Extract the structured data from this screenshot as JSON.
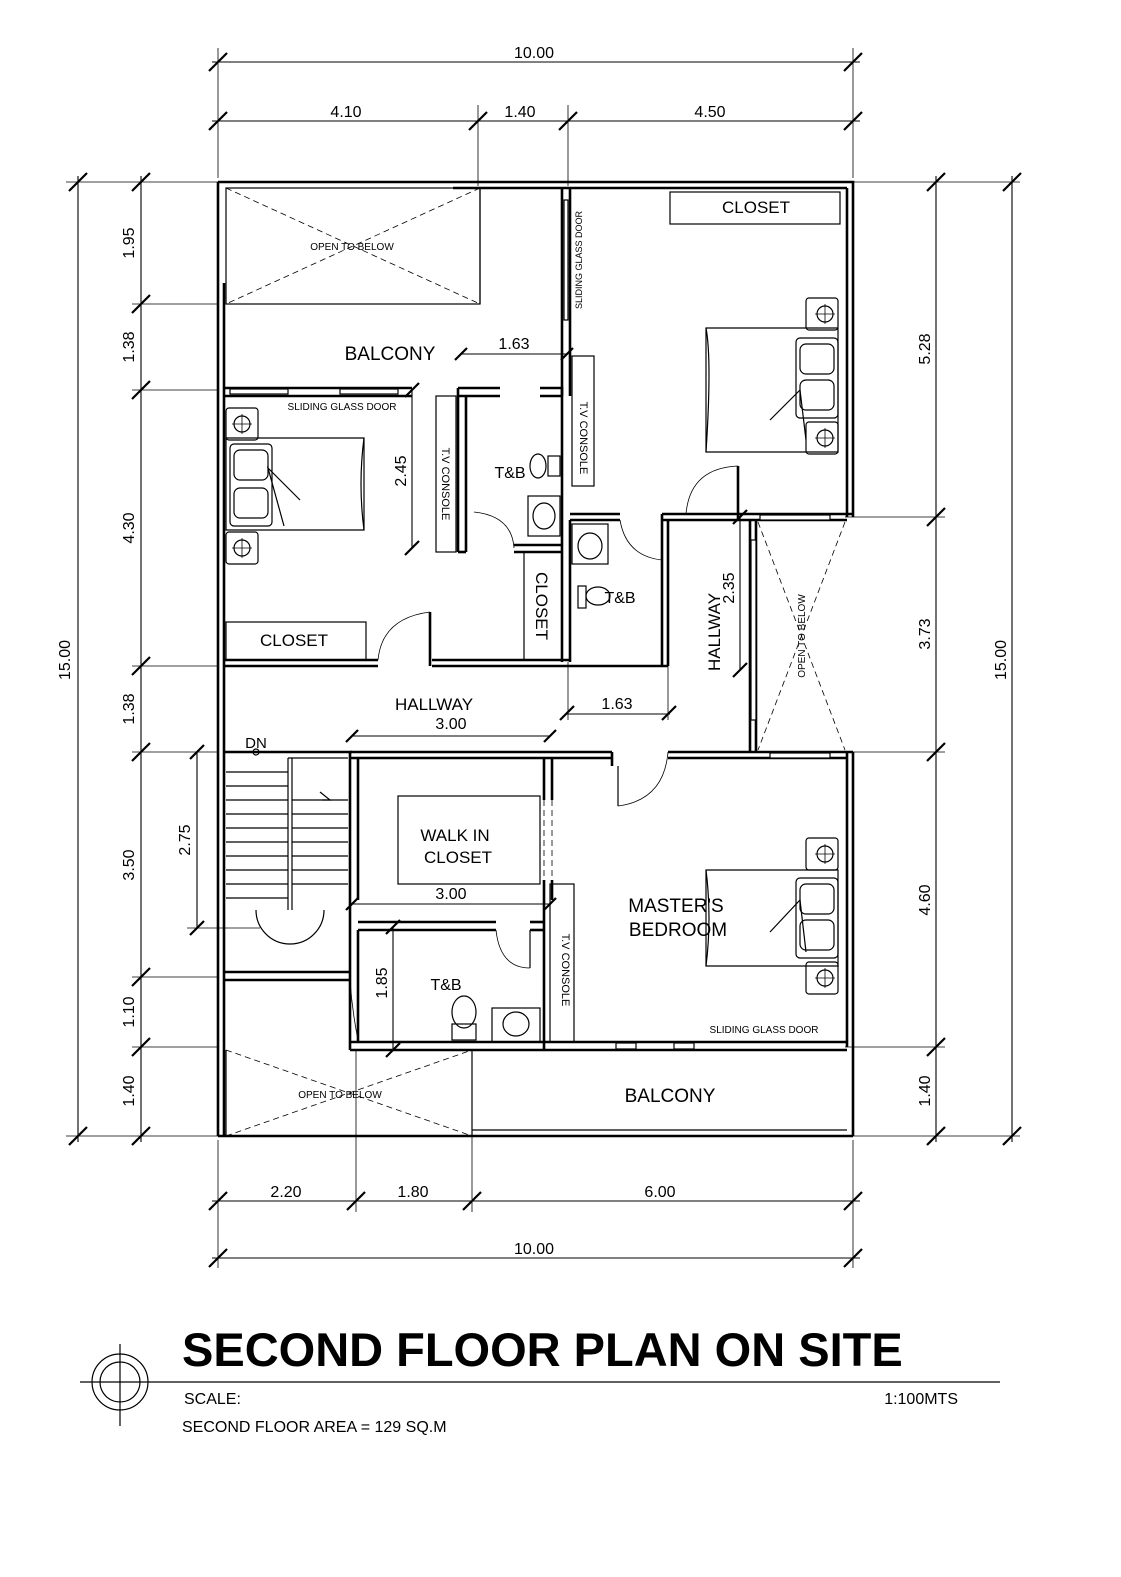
{
  "dimensions": {
    "top_total": "10.00",
    "top_segments": [
      "4.10",
      "1.40",
      "4.50"
    ],
    "bottom_segments": [
      "2.20",
      "1.80",
      "6.00"
    ],
    "bottom_total": "10.00",
    "left_segments": [
      "1.95",
      "1.38",
      "4.30",
      "1.38",
      "3.50",
      "1.10",
      "1.40"
    ],
    "left_total": "15.00",
    "right_segments": [
      "5.28",
      "3.73",
      "4.60",
      "1.40"
    ],
    "right_total": "15.00",
    "interior": {
      "balcony_width": "1.63",
      "bedroom_depth": "2.45",
      "hallway_height": "2.35",
      "hallway_length": "3.00",
      "hallway_offset": "1.63",
      "stair_run": "2.75",
      "closet_width": "3.00",
      "tb_depth": "1.85"
    }
  },
  "labels": {
    "open_below_top": "OPEN TO BELOW",
    "open_below_right": "OPEN TO BELOW",
    "open_below_bottom": "OPEN TO BELOW",
    "balcony_top": "BALCONY",
    "balcony_bottom": "BALCONY",
    "closet_top_right": "CLOSET",
    "closet_left": "CLOSET",
    "closet_vertical": "CLOSET",
    "sliding_door_vertical": "SLIDING GLASS DOOR",
    "sliding_door_left": "SLIDING GLASS DOOR",
    "sliding_door_master": "SLIDING GLASS DOOR",
    "tv_console_left": "T.V CONSOLE",
    "tv_console_right": "T.V CONSOLE",
    "tv_console_master": "T.V CONSOLE",
    "tb_upper": "T&B",
    "tb_middle": "T&B",
    "tb_lower": "T&B",
    "hallway_main": "HALLWAY",
    "hallway_vertical": "HALLWAY",
    "stair_down": "DN",
    "walk_in_closet": [
      "WALK IN",
      "CLOSET"
    ],
    "masters_bedroom": [
      "MASTER'S",
      "BEDROOM"
    ]
  },
  "title_block": {
    "title": "SECOND FLOOR PLAN ON SITE",
    "scale_label": "SCALE:",
    "scale_value": "1:100MTS",
    "area_text": "SECOND FLOOR AREA = 129 SQ.M"
  }
}
